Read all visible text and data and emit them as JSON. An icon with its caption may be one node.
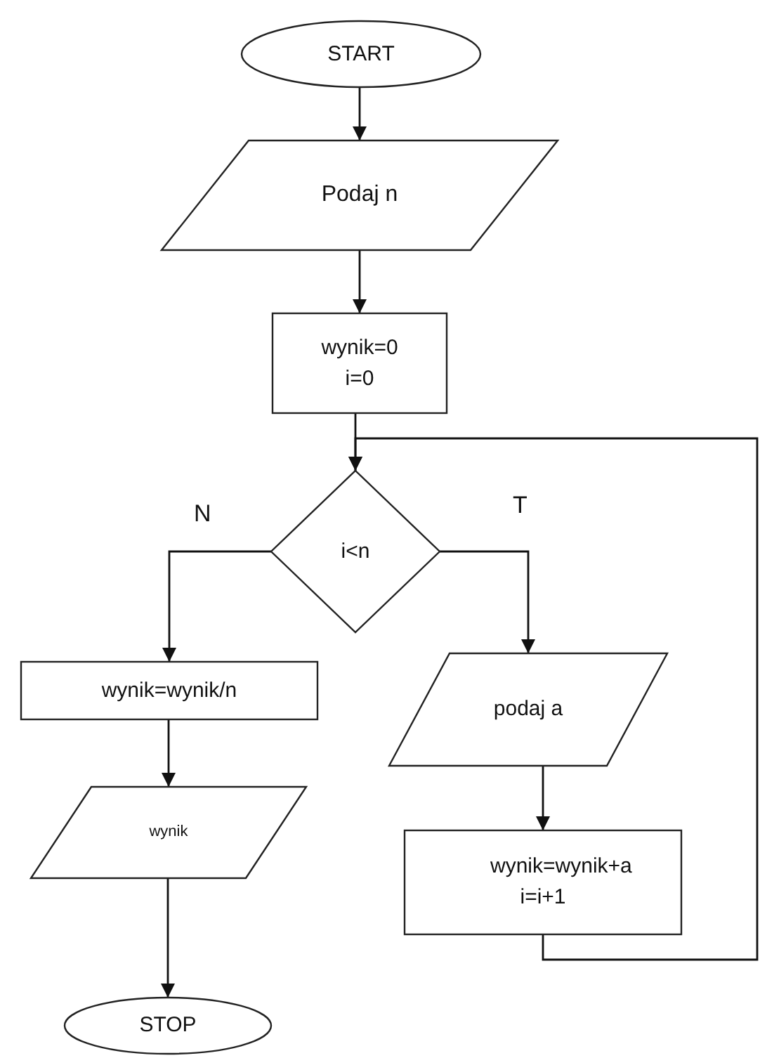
{
  "diagram": {
    "nodes": [
      {
        "text": [
          "START"
        ]
      },
      {
        "text": [
          "Podaj n"
        ]
      },
      {
        "text": [
          "wynik=0 i=0"
        ]
      },
      {
        "text": [
          "i<n"
        ]
      },
      {
        "text": [
          "wynik=wynik/n"
        ]
      },
      {
        "text": [
          "wynik"
        ]
      },
      {
        "text": [
          "STOP"
        ]
      },
      {
        "text": [
          "podaj a"
        ]
      },
      {
        "text": [
          "wynik=wynik+a i=i+1"
        ]
      }
    ],
    "edges": [
      {
        "from": 0,
        "to": 1,
        "arrow": "to"
      },
      {
        "from": 1,
        "to": 2,
        "arrow": "to"
      },
      {
        "from": 2,
        "to": 3,
        "arrow": "to"
      },
      {
        "from": 3,
        "to": 4,
        "arrow": "to",
        "label": "N"
      },
      {
        "from": 4,
        "to": 5,
        "arrow": "to"
      },
      {
        "from": 5,
        "to": 6,
        "arrow": "to"
      },
      {
        "from": 3,
        "to": 7,
        "arrow": "to",
        "label": "T"
      },
      {
        "from": 7,
        "to": 8,
        "arrow": "to"
      },
      {
        "from": 8,
        "to": 3,
        "arrow": "to"
      }
    ]
  }
}
